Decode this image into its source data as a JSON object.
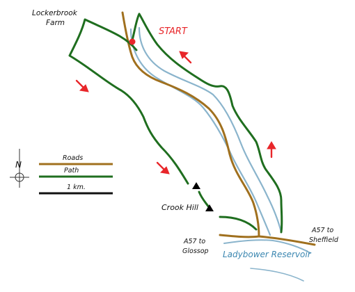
{
  "labels": {
    "farm_line1": "Lockerbrook",
    "farm_line2": "Farm",
    "start": "START",
    "crook_hill": "Crook Hill",
    "a57_glossop_line1": "A57 to",
    "a57_glossop_line2": "Glossop",
    "a57_sheffield_line1": "A57 to",
    "a57_sheffield_line2": "Sheffield",
    "reservoir": "Ladybower Reservoir"
  },
  "legend": {
    "north": "N",
    "roads": "Roads",
    "path": "Path",
    "scale": "1 km."
  },
  "colors": {
    "road": "#a0701e",
    "path": "#1f6e1f",
    "water": "#8ab4cc",
    "water_text": "#3a86b0",
    "arrow": "#e8262a",
    "start_text": "#e8262a",
    "text": "#111111"
  },
  "icons": {
    "direction_arrows": "red-arrow-icon",
    "summit": "triangle-icon",
    "start_point": "red-dot-icon",
    "compass": "north-compass-icon"
  }
}
